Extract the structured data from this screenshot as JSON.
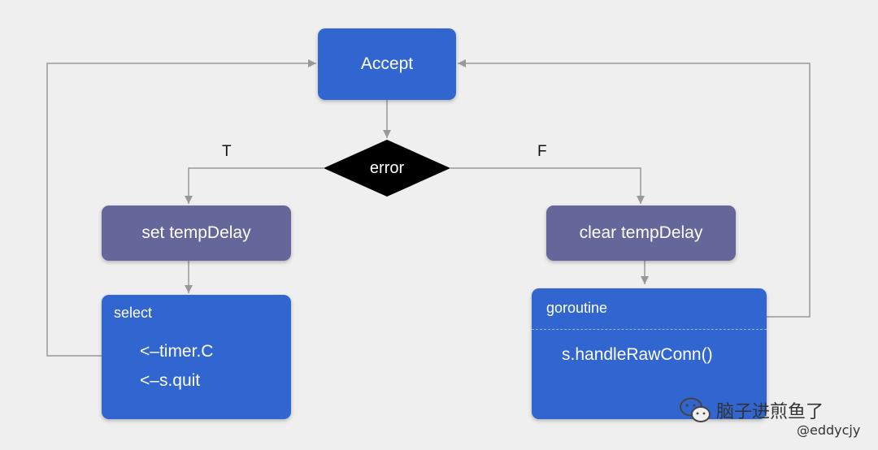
{
  "nodes": {
    "accept": "Accept",
    "decision": "error",
    "set_delay": "set tempDelay",
    "clear_delay": "clear tempDelay",
    "select_block": {
      "header": "select",
      "lines": [
        "<–timer.C",
        "<–s.quit"
      ]
    },
    "goroutine_block": {
      "header": "goroutine",
      "body": "s.handleRawConn()"
    }
  },
  "edges": {
    "true_label": "T",
    "false_label": "F"
  },
  "watermark": {
    "name": "脑子进煎鱼了",
    "handle": "@eddycjy",
    "icon": "wechat-icon"
  },
  "colors": {
    "blue": "#3166d0",
    "purple": "#656699",
    "line": "#999999",
    "diamond": "#000000"
  }
}
